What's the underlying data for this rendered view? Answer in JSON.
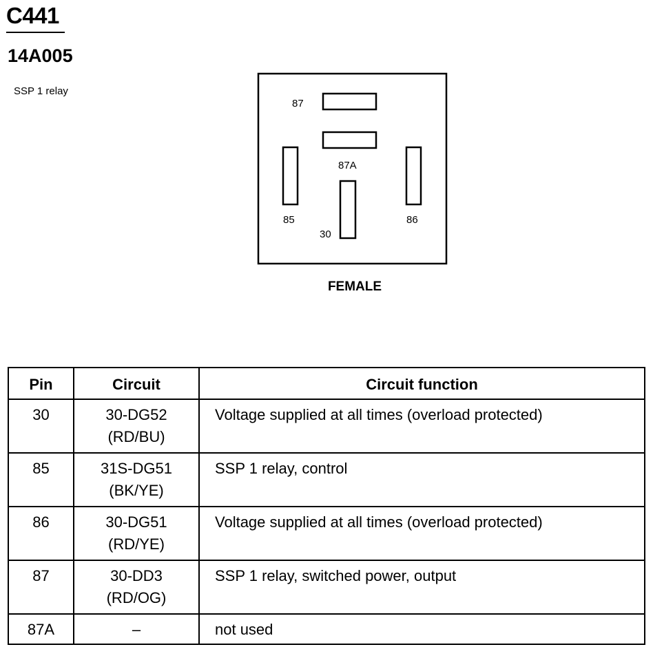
{
  "header": {
    "connector_id": "C441",
    "part_number": "14A005",
    "component": "SSP 1 relay"
  },
  "diagram": {
    "gender": "FEMALE",
    "terminals": [
      {
        "pin": "87",
        "orientation": "horizontal"
      },
      {
        "pin": "87A",
        "orientation": "horizontal"
      },
      {
        "pin": "85",
        "orientation": "vertical"
      },
      {
        "pin": "30",
        "orientation": "vertical"
      },
      {
        "pin": "86",
        "orientation": "vertical"
      }
    ]
  },
  "table": {
    "headers": {
      "pin": "Pin",
      "circuit": "Circuit",
      "function": "Circuit function"
    },
    "rows": [
      {
        "pin": "30",
        "circuit": "30-DG52",
        "color": "(RD/BU)",
        "function": "Voltage supplied at all times (overload protected)"
      },
      {
        "pin": "85",
        "circuit": "31S-DG51",
        "color": "(BK/YE)",
        "function": "SSP 1 relay, control"
      },
      {
        "pin": "86",
        "circuit": "30-DG51",
        "color": "(RD/YE)",
        "function": "Voltage supplied at all times (overload protected)"
      },
      {
        "pin": "87",
        "circuit": "30-DD3",
        "color": "(RD/OG)",
        "function": "SSP 1 relay, switched power, output"
      },
      {
        "pin": "87A",
        "circuit": "–",
        "color": "",
        "function": "not used"
      }
    ]
  }
}
